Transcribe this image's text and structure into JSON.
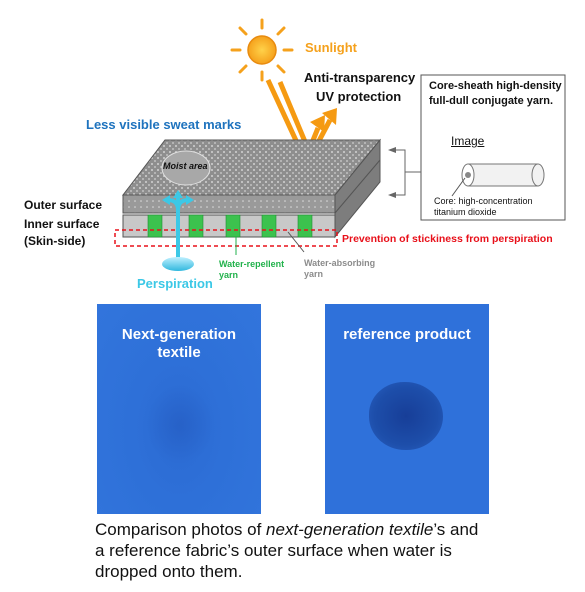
{
  "diagram": {
    "sunlight": "Sunlight",
    "anti_transparency": "Anti-transparency",
    "uv_protection": "UV protection",
    "less_visible": "Less visible sweat marks",
    "moist_area": "Moist area",
    "outer_surface": "Outer surface",
    "inner_surface": "Inner surface",
    "skin_side": "(Skin-side)",
    "perspiration": "Perspiration",
    "water_repellent_1": "Water-repellent",
    "water_repellent_2": "yarn",
    "water_absorbing_1": "Water-absorbing",
    "water_absorbing_2": "yarn",
    "prevention": "Prevention of stickiness from perspiration",
    "callout_title_1": "Core-sheath high-density",
    "callout_title_2": "full-dull conjugate yarn.",
    "image_label": "Image",
    "core_label_1": "Core: high-concentration",
    "core_label_2": "titanium dioxide",
    "colors": {
      "sun": "#f5a11c",
      "blue_label": "#1e73be",
      "cyan": "#3cc8e6",
      "green": "#22b24c",
      "red": "#e8101a",
      "grey": "#8c8c8c",
      "fabric": "#2f6fd6"
    }
  },
  "photos": {
    "left_title_1": "Next-generation",
    "left_title_2": "textile",
    "right_title": "reference product"
  },
  "caption": {
    "line1_pre": "Comparison photos of ",
    "line1_em": "next-generation textile",
    "line1_post": "’s and",
    "line2": "a reference fabric’s outer surface when water is",
    "line3": "dropped onto them."
  }
}
